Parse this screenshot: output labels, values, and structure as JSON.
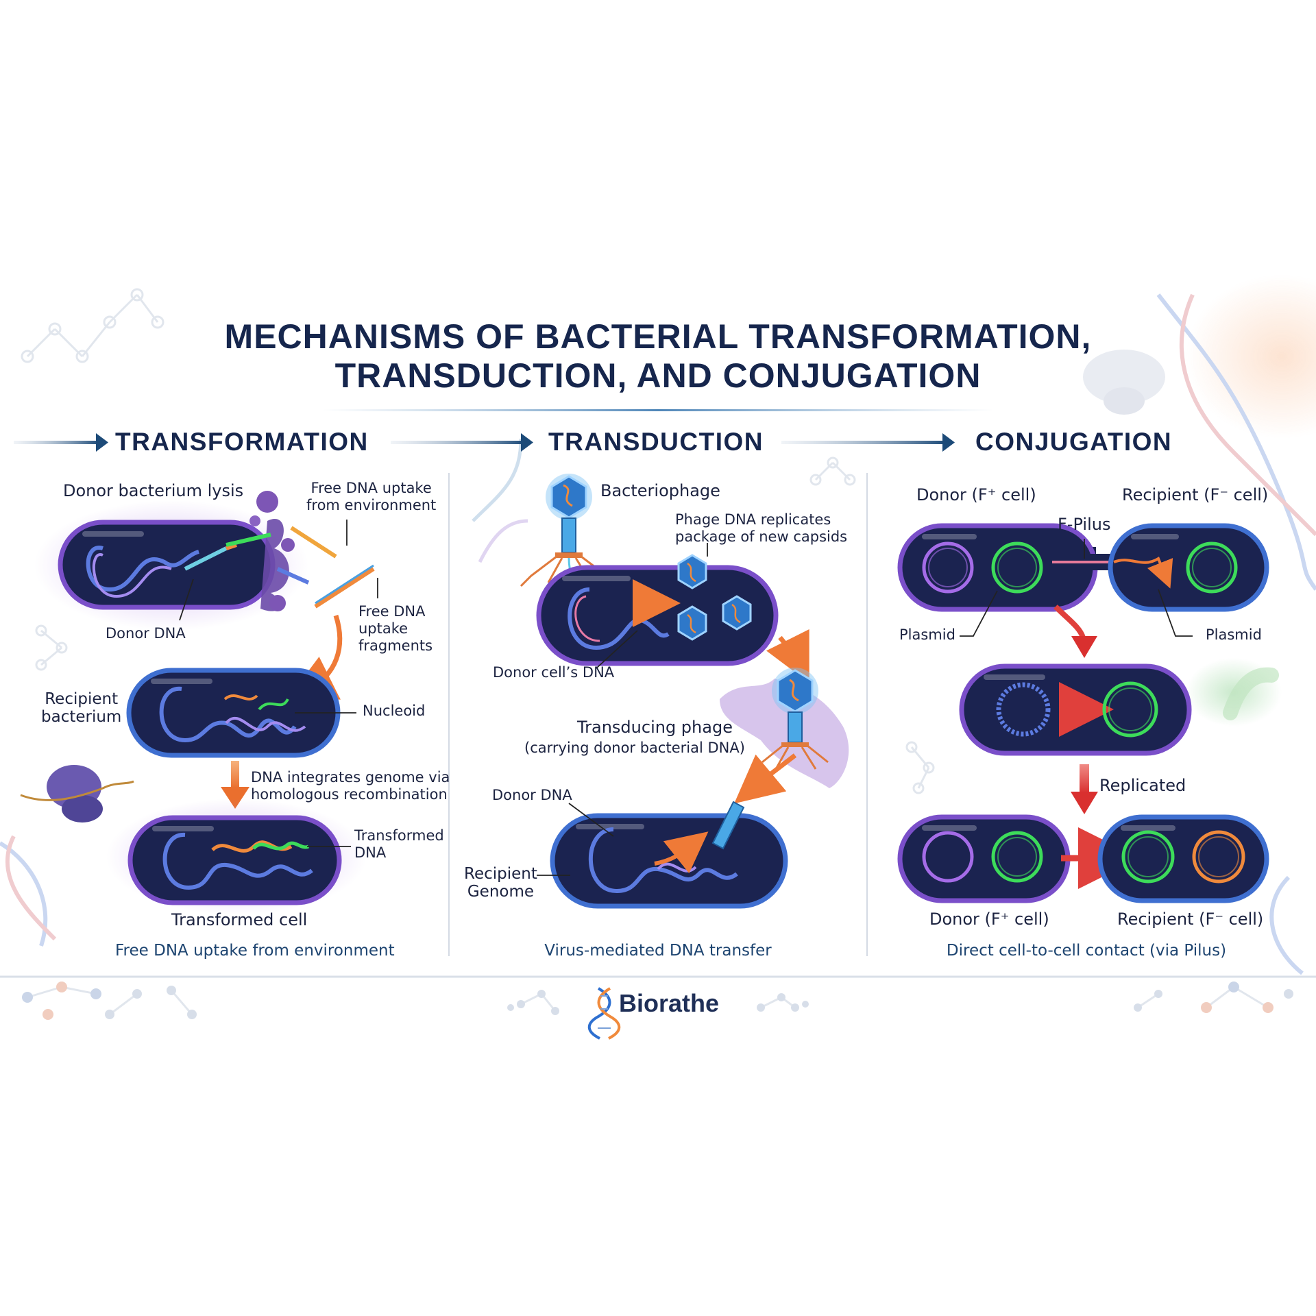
{
  "title": {
    "line1": "MECHANISMS OF BACTERIAL TRANSFORMATION,",
    "line2": "TRANSDUCTION, AND CONJUGATION"
  },
  "transformation": {
    "heading": "TRANSFORMATION",
    "donor_lysis": "Donor bacterium lysis",
    "free_dna_env": "Free DNA uptake\nfrom environment",
    "free_dna_fragments": "Free DNA\nuptake\nfragments",
    "donor_dna": "Donor DNA",
    "recipient": "Recipient\nbacterium",
    "nucleoid": "Nucleoid",
    "integrates": "DNA integrates genome via\nhomologous recombination",
    "transformed_dna": "Transformed\nDNA",
    "transformed_cell": "Transformed cell",
    "caption": "Free DNA uptake from environment"
  },
  "transduction": {
    "heading": "TRANSDUCTION",
    "bacteriophage": "Bacteriophage",
    "phage_replicates": "Phage DNA replicates\npackage of new capsids",
    "donor_cell_dna": "Donor cell’s DNA",
    "transducing_phage": "Transducing phage",
    "carrying": "(carrying donor bacterial DNA)",
    "donor_dna": "Donor DNA",
    "recipient_genome": "Recipient\nGenome",
    "caption": "Virus-mediated DNA transfer"
  },
  "conjugation": {
    "heading": "CONJUGATION",
    "donor_top": "Donor (F⁺ cell)",
    "recipient_top": "Recipient (F⁻ cell)",
    "f_pilus": "F-Pilus",
    "plasmid_left": "Plasmid",
    "plasmid_right": "Plasmid",
    "replicated": "Replicated",
    "donor_bottom": "Donor (F⁺ cell)",
    "recipient_bottom": "Recipient (F⁻ cell)",
    "caption": "Direct cell-to-cell contact (via Pilus)"
  },
  "brand": {
    "name": "Biorathe",
    "icon": "dna-icon"
  },
  "colors": {
    "navy": "#16264d",
    "cell_fill": "#1b2350",
    "cell_purple": "#7a4fc9",
    "cell_blue": "#3f6fd0",
    "plasmid_green": "#3ddc5a",
    "plasmid_purple": "#a56ce8",
    "plasmid_orange": "#f08a3c",
    "arrow_orange": "#f07a3a",
    "arrow_red": "#e8403f",
    "caption": "#1d4470"
  }
}
